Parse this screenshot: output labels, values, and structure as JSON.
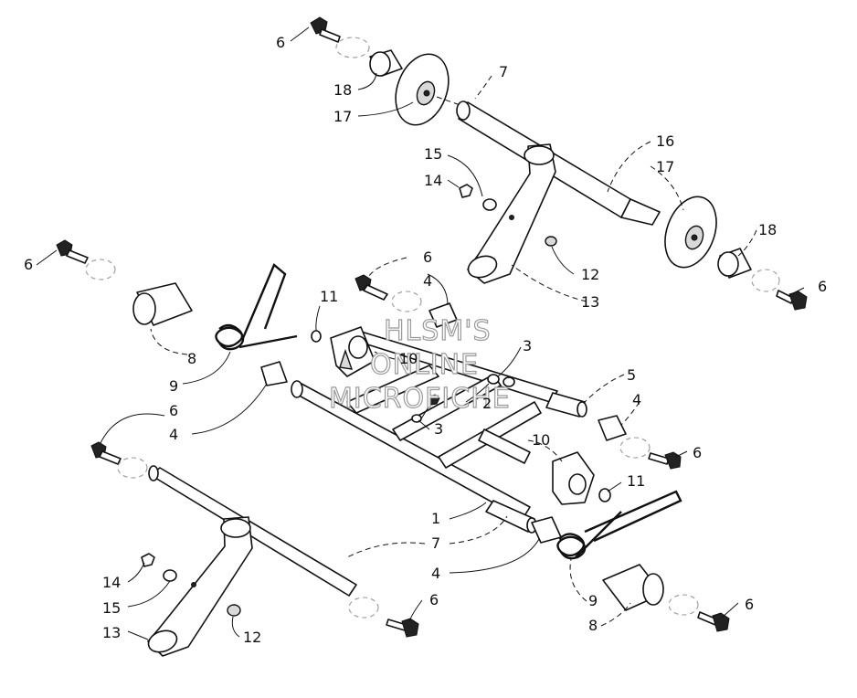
{
  "watermark": {
    "line1": "HLSM'S",
    "line2": "ONLINE",
    "line3": "MICROFICHE"
  },
  "callouts": {
    "c6_top": "6",
    "c18_top": "18",
    "c17_top": "17",
    "c7_top": "7",
    "c16": "16",
    "c17_right": "17",
    "c15_top": "15",
    "c14_top": "14",
    "c18_right": "18",
    "c12_top": "12",
    "c13_top": "13",
    "c6_rightTop": "6",
    "c6_leftTop": "6",
    "c6_center": "6",
    "c4_center": "4",
    "c11_left": "11",
    "c8_left": "8",
    "c9_left": "9",
    "c10_top": "10",
    "c3_top": "3",
    "c5": "5",
    "c2": "2",
    "c3_bottom": "3",
    "c4_right": "4",
    "c6_left": "6",
    "c4_left": "4",
    "c6_rightMid": "6",
    "c10_bottom": "10",
    "c11_right": "11",
    "c1": "1",
    "c7_bottom": "7",
    "c4_bottom": "4",
    "c9_right": "9",
    "c8_right": "8",
    "c6_bottomRight": "6",
    "c14_bottom": "14",
    "c15_bottom": "15",
    "c13_bottom": "13",
    "c12_bottom": "12",
    "c6_bottom": "6"
  }
}
